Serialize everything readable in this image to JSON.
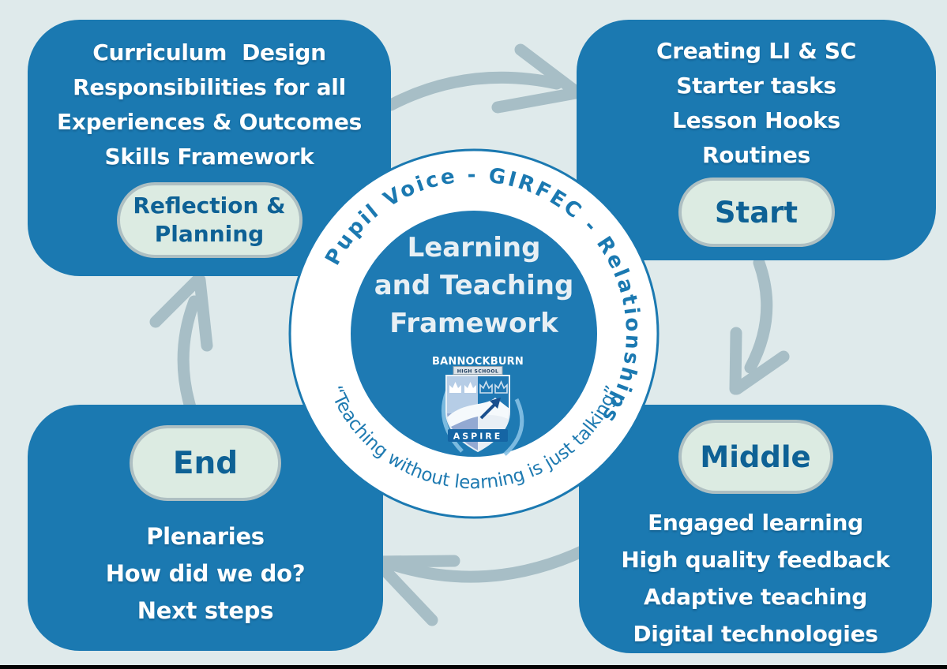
{
  "title": "Learning and Teaching Framework",
  "colors": {
    "background": "#dfeaeb",
    "panel_blue": "#1b79b1",
    "pill_green": "#dcebe2",
    "pill_text_blue": "#0e6195",
    "arrow_gray": "#a7bec6",
    "ring_text_blue": "#1b79b1",
    "bottom_bar_black": "#040404"
  },
  "center": {
    "ring_text_top": "Pupil Voice - GIRFEC - Relationships",
    "ring_text_bottom": "“Teaching without learning is just talking”",
    "title_lines": [
      "Learning",
      "and Teaching",
      "Framework"
    ],
    "crest": {
      "school_name": "BANNOCKBURN",
      "school_type": "HIGH SCHOOL",
      "motto": "ASPIRE"
    }
  },
  "quadrants": {
    "top_left": {
      "lines": [
        "Curriculum  Design",
        "Responsibilities for all",
        "Experiences & Outcomes",
        "Skills Framework"
      ],
      "pill_lines": [
        "Reflection &",
        "Planning"
      ]
    },
    "top_right": {
      "lines": [
        "Creating LI & SC",
        "Starter tasks",
        "Lesson Hooks",
        "Routines"
      ],
      "pill": "Start"
    },
    "bottom_left": {
      "pill": "End",
      "lines": [
        "Plenaries",
        "How did we do?",
        "Next steps"
      ]
    },
    "bottom_right": {
      "pill": "Middle",
      "lines": [
        "Engaged learning",
        "High quality feedback",
        "Adaptive teaching",
        "Digital technologies"
      ]
    }
  }
}
